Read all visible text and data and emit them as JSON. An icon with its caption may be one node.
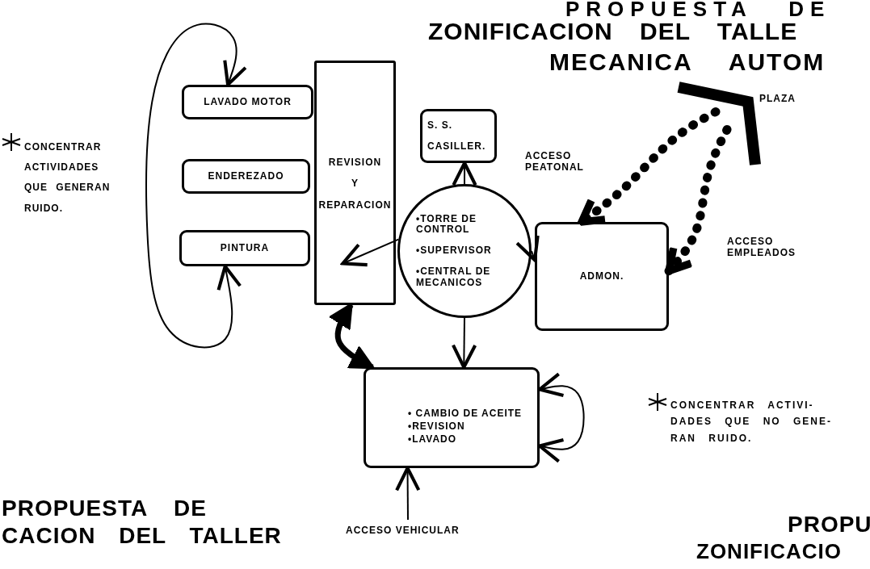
{
  "diagram": {
    "nodes": [
      {
        "text": [
          "REVISION Y REPARACION"
        ]
      },
      {
        "text": [
          "LAVADO MOTOR"
        ]
      },
      {
        "text": [
          "ENDEREZADO"
        ]
      },
      {
        "text": [
          "PINTURA"
        ]
      },
      {
        "text": [
          "S. S.",
          "CASILLER."
        ]
      },
      {
        "text": [
          "•TORRE DE CONTROL",
          "•SUPERVISOR",
          "•CENTRAL DE MECANICOS"
        ]
      },
      {
        "text": [
          "ADMON."
        ]
      },
      {
        "text": [
          "• CAMBIO DE ACEITE",
          "•REVISION",
          "•LAVADO"
        ]
      },
      {
        "text": [
          "PLAZA"
        ]
      }
    ],
    "edges": [
      {
        "from": 3,
        "to": 1,
        "arrow": "both"
      },
      {
        "from": 5,
        "to": 0,
        "arrow": "to"
      },
      {
        "from": 0,
        "to": 7,
        "arrow": "both",
        "style": "thick"
      },
      {
        "from": 5,
        "to": 4,
        "arrow": "to"
      },
      {
        "from": 5,
        "to": 6,
        "arrow": "to"
      },
      {
        "from": 5,
        "to": 7,
        "arrow": "to"
      },
      {
        "from": 7,
        "to": 7,
        "arrow": "both"
      },
      {
        "from": null,
        "to": 7,
        "arrow": "to",
        "label": "ACCESO VEHICULAR"
      },
      {
        "from": 8,
        "to": 6,
        "arrow": "to",
        "style": "dashed",
        "label": "ACCESO PEATONAL"
      },
      {
        "from": 8,
        "to": 6,
        "arrow": "to",
        "style": "dashed",
        "label": "ACCESO EMPLEADOS"
      }
    ],
    "labels": [
      "PROPUESTA DE",
      "ZONIFICACION DEL TALLE",
      "MECANICA AUTOM",
      "CONCENTRAR ACTIVIDADES QUE GENERAN RUIDO.",
      "CONCENTRAR ACTIVI- DADES QUE NO GENE- RAN RUIDO.",
      "PROPUESTA DE",
      "CACION DEL TALLER",
      "PROPU",
      "ZONIFICACIO"
    ]
  }
}
